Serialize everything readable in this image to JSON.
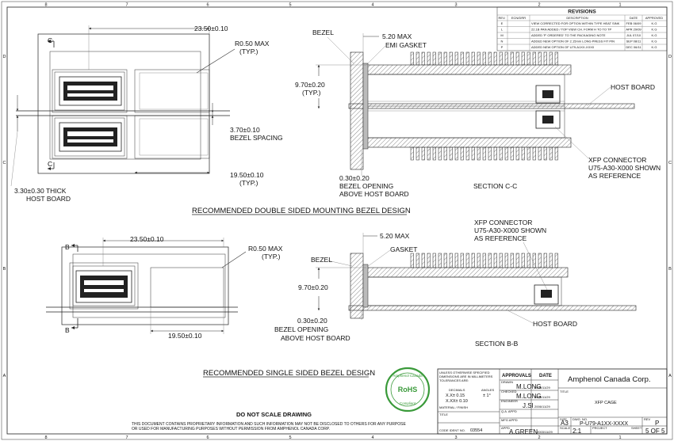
{
  "border": {
    "col_numbers": [
      "8",
      "7",
      "6",
      "5",
      "4",
      "3",
      "2",
      "1"
    ],
    "row_letters": [
      "D",
      "C",
      "B",
      "A"
    ]
  },
  "revisions": {
    "title": "REVISIONS",
    "headers": [
      "REV.",
      "ECN/DRR",
      "DESCRIPTION",
      "DATE",
      "APPROVED"
    ],
    "rows": [
      [
        "E",
        "",
        "VIEW CORRECTED FOR OPTION WITHIN TYPE HEAT SINK",
        "FEB 06/09",
        "K.G"
      ],
      [
        "L",
        "",
        "22.1B PAN ADDED / TOP VIEW CH. FORM H TO TO TP",
        "APR 29/09",
        "K.G"
      ],
      [
        "M",
        "",
        "ADDED 'P' ORDERED' TO THE PACKAGING NOTE",
        "JUL 07/10",
        "K.G"
      ],
      [
        "N",
        "",
        "ADDED NEW OPTION OF 2.15mm LONG PRESS FIT PIN",
        "SEP 08/11",
        "K.G"
      ],
      [
        "P",
        "",
        "ADDED NEW OPTION OF U79-A1XX-XXX0",
        "DEC 06/11",
        "K.G"
      ]
    ]
  },
  "top_section": {
    "dims": {
      "width": "23.50±0.10",
      "radius": "R0.50 MAX",
      "radius_sub": "(TYP.)",
      "spacing": "3.70±0.10",
      "spacing_label": "BEZEL SPACING",
      "opening": "19.50±0.10",
      "opening_sub": "(TYP.)",
      "board_thick": "3.30±0.30 THICK",
      "board_label": "HOST BOARD"
    },
    "section_marks": [
      "C",
      "C"
    ],
    "labels": {
      "bezel": "BEZEL",
      "max": "5.20 MAX",
      "gasket": "EMI GASKET",
      "height": "9.70±0.20",
      "height_sub": "(TYP.)",
      "host_board": "HOST BOARD",
      "connector_1": "XFP CONNECTOR",
      "connector_2": "U75-A30-X000 SHOWN",
      "connector_3": "AS REFERENCE",
      "bezel_gap": "0.30±0.20",
      "bezel_open_1": "BEZEL OPENING",
      "bezel_open_2": "ABOVE HOST BOARD",
      "section": "SECTION C-C"
    },
    "caption": "RECOMMENDED DOUBLE SIDED MOUNTING BEZEL DESIGN"
  },
  "bottom_section": {
    "dims": {
      "width": "23.50±0.10",
      "radius": "R0.50 MAX",
      "radius_sub": "(TYP.)",
      "opening": "19.50±0.10"
    },
    "section_marks": [
      "B",
      "B"
    ],
    "labels": {
      "max": "5.20 MAX",
      "bezel": "BEZEL",
      "gasket": "GASKET",
      "connector_1": "XFP CONNECTOR",
      "connector_2": "U75-A30-X000 SHOWN",
      "connector_3": "AS REFERENCE",
      "height": "9.70±0.20",
      "bezel_gap": "0.30±0.20",
      "bezel_open_1": "BEZEL OPENING",
      "bezel_open_2": "ABOVE HOST BOARD",
      "host_board": "HOST BOARD",
      "section": "SECTION B-B"
    },
    "caption": "RECOMMENDED SINGLE SIDED BEZEL DESIGN"
  },
  "stamp": {
    "top": "Amphenol Canada",
    "middle": "RoHS",
    "bottom": "Compliant"
  },
  "title_block": {
    "tol_1": "UNLESS OTHERWISE SPECIFIED",
    "tol_2": "DIMENSIONS ARE IN MILLIMETERS",
    "tol_3": "TOLERANCES ARE:",
    "decimals": "DECIMALS",
    "angles": "ANGLES",
    "tol_xx": "X.X± 0.15",
    "tol_xxx": "X.XX± 0.10",
    "tol_ang": "± 1°",
    "material": "MATERIAL / FINISH",
    "approvals": "APPROVALS",
    "date_hdr": "DATE",
    "drawn_lbl": "DRAWN",
    "drawn_by": "M.LONG",
    "drawn_date": "2006/11/29",
    "checked_lbl": "CHECKED",
    "checked_by": "M.LONG",
    "checked_date": "2006/11/29",
    "eng_lbl": "ENGINEER",
    "eng_by": "J.SI",
    "eng_date": "2006/11/29",
    "qa_lbl": "Q.A. APPD",
    "mfg_lbl": "MFG APPD",
    "appd_lbl": "APPD",
    "appd_by": "A.GREEN",
    "appd_date": "2003/11/29",
    "company": "Amphenol Canada Corp.",
    "title_lbl": "TITLE",
    "title": "XFP CAGE",
    "size_lbl": "SIZE",
    "size": "A3",
    "dwg_lbl": "DWG. NO.",
    "dwg_no": "P-U79-A1XX-XXXX",
    "rev_lbl": "REV",
    "rev": "P",
    "scale_lbl": "SCALE",
    "scale": "2:1",
    "project_lbl": "PROJECT",
    "sheet_lbl": "SHEET",
    "sheet": "5 OF 5",
    "code_lbl": "CODE IDENT NO.",
    "code": "03554",
    "dns": "DO  NOT  SCALE  DRAWING",
    "prop_1": "THIS DOCUMENT CONTAINS PROPRIETARY INFORMATION AND SUCH INFORMATION MAY NOT BE DISCLOSED TO OTHERS FOR ANY PURPOSE",
    "prop_2": "OR USED FOR MANUFACTURING PURPOSES WITHOUT PERMISSION FROM AMPHENOL CANADA CORP."
  }
}
